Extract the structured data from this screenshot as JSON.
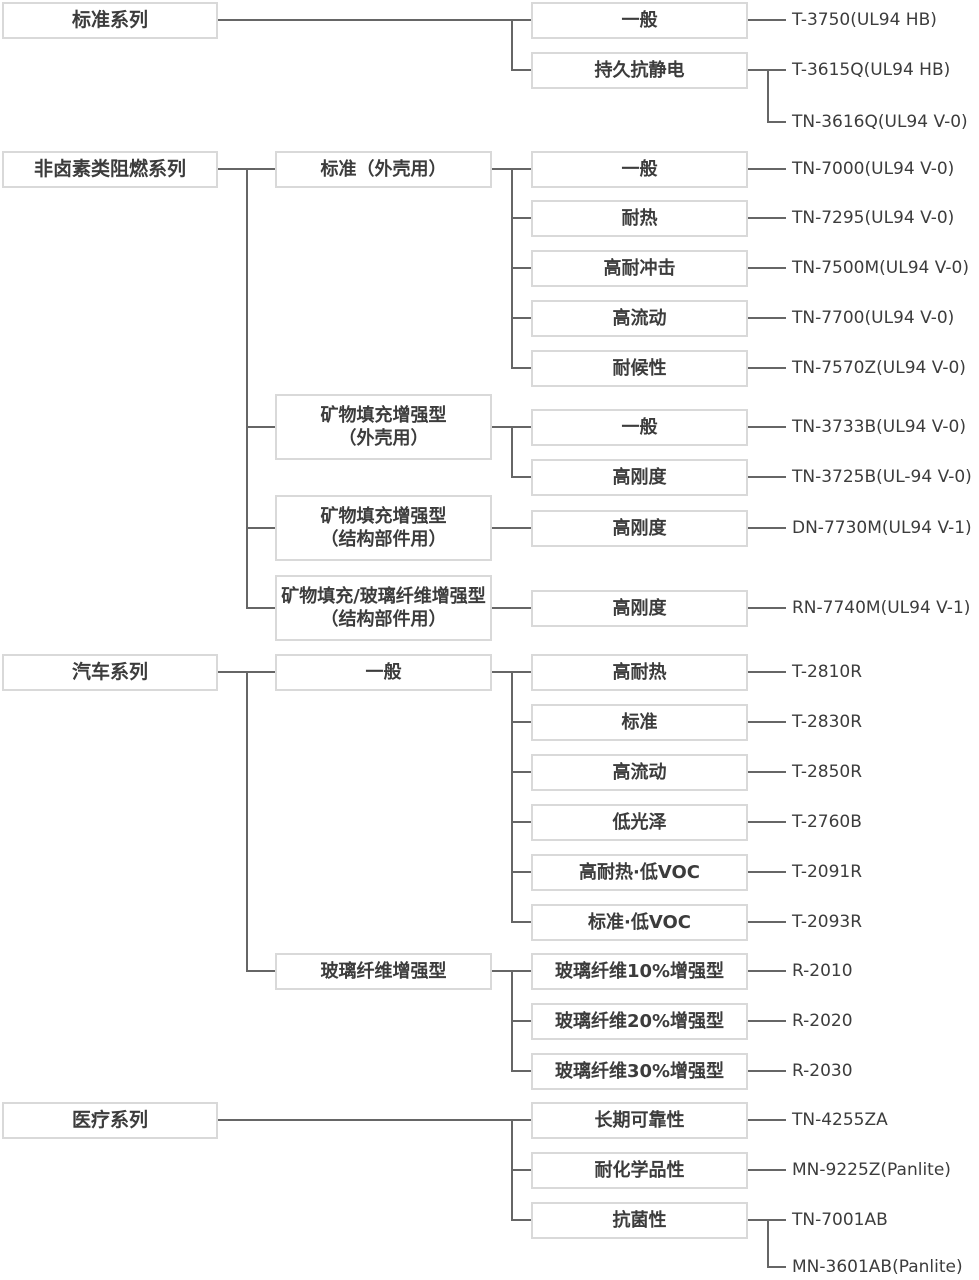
{
  "diagram": {
    "title": "product-lineup-tree",
    "colors": {
      "background": "#ffffff",
      "box_border": "#d9d9d9",
      "box_text": "#3c3c3c",
      "connector_line": "#666666"
    },
    "sections": [
      {
        "name": "standard-series",
        "label": "标准系列",
        "groups": [
          {
            "label": null,
            "items": [
              {
                "label": "一般",
                "products": [
                  "T-3750(UL94 HB)"
                ]
              },
              {
                "label": "持久抗静电",
                "products": [
                  "T-3615Q(UL94 HB)",
                  "TN-3616Q(UL94 V-0)"
                ]
              }
            ]
          }
        ]
      },
      {
        "name": "non-halogen-flame-retardant-series",
        "label": "非卤素类阻燃系列",
        "groups": [
          {
            "label": "标准（外壳用）",
            "items": [
              {
                "label": "一般",
                "products": [
                  "TN-7000(UL94 V-0)"
                ]
              },
              {
                "label": "耐热",
                "products": [
                  "TN-7295(UL94 V-0)"
                ]
              },
              {
                "label": "高耐冲击",
                "products": [
                  "TN-7500M(UL94 V-0)"
                ]
              },
              {
                "label": "高流动",
                "products": [
                  "TN-7700(UL94 V-0)"
                ]
              },
              {
                "label": "耐候性",
                "products": [
                  "TN-7570Z(UL94 V-0)"
                ]
              }
            ]
          },
          {
            "label": "矿物填充增强型\n（外壳用）",
            "items": [
              {
                "label": "一般",
                "products": [
                  "TN-3733B(UL94 V-0)"
                ]
              },
              {
                "label": "高刚度",
                "products": [
                  "TN-3725B(UL-94 V-0)"
                ]
              }
            ]
          },
          {
            "label": "矿物填充增强型\n（结构部件用）",
            "items": [
              {
                "label": "高刚度",
                "products": [
                  "DN-7730M(UL94 V-1)"
                ]
              }
            ]
          },
          {
            "label": "矿物填充/玻璃纤维增强型\n（结构部件用）",
            "items": [
              {
                "label": "高刚度",
                "products": [
                  "RN-7740M(UL94 V-1)"
                ]
              }
            ]
          }
        ]
      },
      {
        "name": "automotive-series",
        "label": "汽车系列",
        "groups": [
          {
            "label": "一般",
            "items": [
              {
                "label": "高耐热",
                "products": [
                  "T-2810R"
                ]
              },
              {
                "label": "标准",
                "products": [
                  "T-2830R"
                ]
              },
              {
                "label": "高流动",
                "products": [
                  "T-2850R"
                ]
              },
              {
                "label": "低光泽",
                "products": [
                  "T-2760B"
                ]
              },
              {
                "label": "高耐热·低VOC",
                "products": [
                  "T-2091R"
                ]
              },
              {
                "label": "标准·低VOC",
                "products": [
                  "T-2093R"
                ]
              }
            ]
          },
          {
            "label": "玻璃纤维增强型",
            "items": [
              {
                "label": "玻璃纤维10%增强型",
                "products": [
                  "R-2010"
                ]
              },
              {
                "label": "玻璃纤维20%增强型",
                "products": [
                  "R-2020"
                ]
              },
              {
                "label": "玻璃纤维30%增强型",
                "products": [
                  "R-2030"
                ]
              }
            ]
          }
        ]
      },
      {
        "name": "medical-series",
        "label": "医疗系列",
        "groups": [
          {
            "label": null,
            "items": [
              {
                "label": "长期可靠性",
                "products": [
                  "TN-4255ZA"
                ]
              },
              {
                "label": "耐化学品性",
                "products": [
                  "MN-9225Z(Panlite)"
                ]
              },
              {
                "label": "抗菌性",
                "products": [
                  "TN-7001AB",
                  "MN-3601AB(Panlite)"
                ]
              }
            ]
          }
        ]
      }
    ]
  }
}
